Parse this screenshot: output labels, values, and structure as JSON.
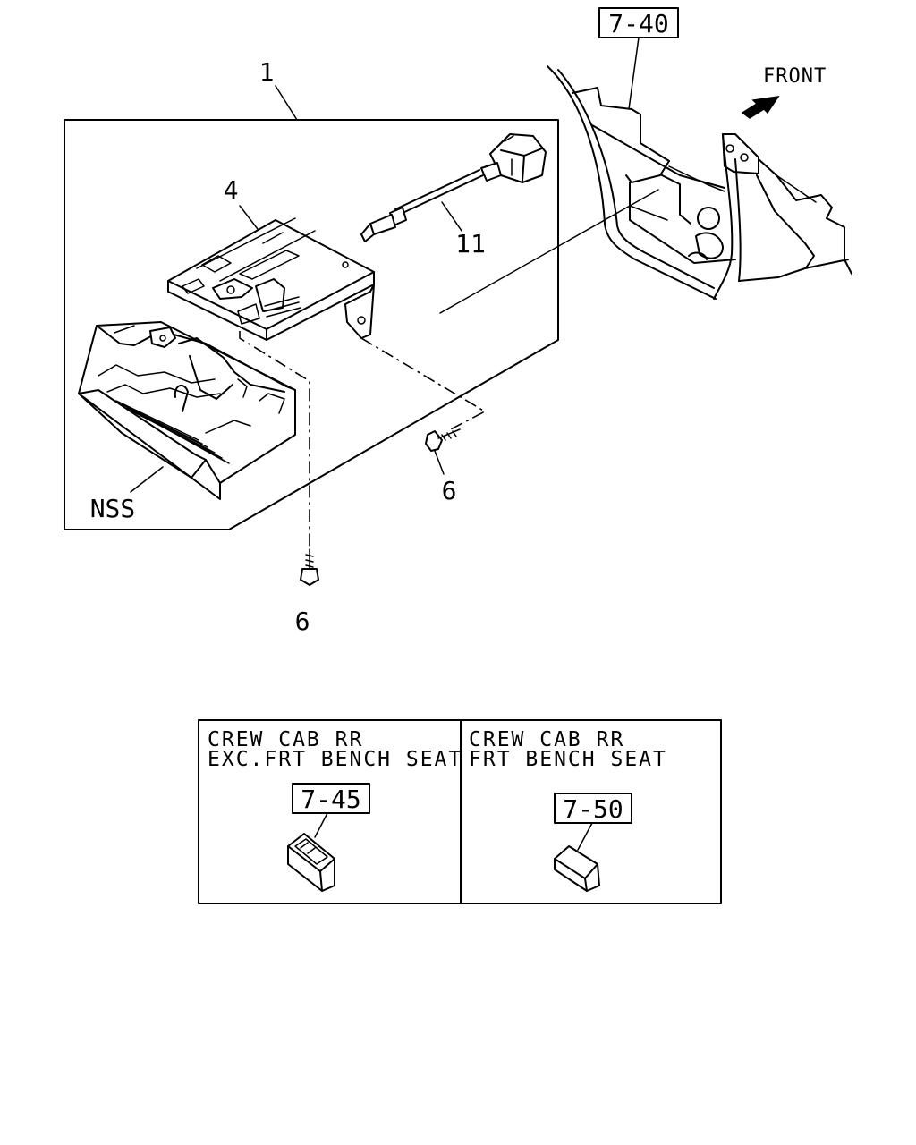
{
  "labels": {
    "assembly": "1",
    "bracket": "4",
    "cable": "11",
    "screw_right": "6",
    "screw_bottom": "6",
    "box": "NSS"
  },
  "references": {
    "instrument_panel": "7-40",
    "variant_left": "7-45",
    "variant_right": "7-50"
  },
  "direction": {
    "label": "FRONT"
  },
  "variants": {
    "left": {
      "line1": "CREW CAB RR",
      "line2": "EXC.FRT BENCH SEAT"
    },
    "right": {
      "line1": "CREW CAB RR",
      "line2": "FRT BENCH SEAT"
    }
  }
}
